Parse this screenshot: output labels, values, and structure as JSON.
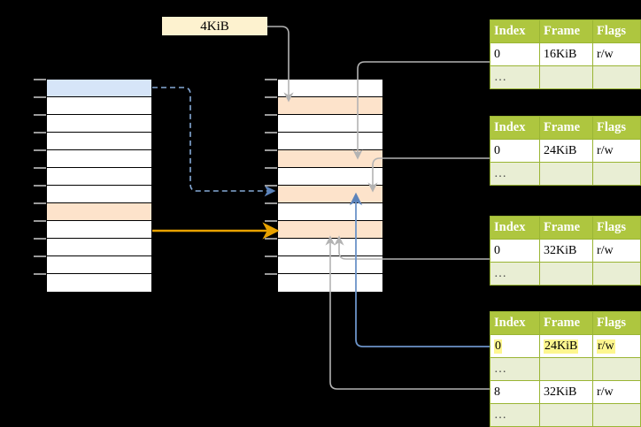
{
  "diagram": {
    "title_label": "4KiB",
    "virtual_column": {
      "name": "virtual-address-space-column",
      "rows": [
        {
          "index": 0,
          "fill": "blue"
        },
        {
          "index": 1,
          "fill": "white"
        },
        {
          "index": 2,
          "fill": "white"
        },
        {
          "index": 3,
          "fill": "white"
        },
        {
          "index": 4,
          "fill": "white"
        },
        {
          "index": 5,
          "fill": "white"
        },
        {
          "index": 6,
          "fill": "white"
        },
        {
          "index": 7,
          "fill": "peach"
        },
        {
          "index": 8,
          "fill": "white"
        },
        {
          "index": 9,
          "fill": "white"
        },
        {
          "index": 10,
          "fill": "white"
        },
        {
          "index": 11,
          "fill": "white"
        }
      ]
    },
    "physical_column": {
      "name": "physical-memory-column",
      "rows": [
        {
          "index": 0,
          "fill": "white"
        },
        {
          "index": 1,
          "fill": "peach"
        },
        {
          "index": 2,
          "fill": "white"
        },
        {
          "index": 3,
          "fill": "white"
        },
        {
          "index": 4,
          "fill": "peach"
        },
        {
          "index": 5,
          "fill": "white"
        },
        {
          "index": 6,
          "fill": "peach"
        },
        {
          "index": 7,
          "fill": "white"
        },
        {
          "index": 8,
          "fill": "peach"
        },
        {
          "index": 9,
          "fill": "white"
        },
        {
          "index": 10,
          "fill": "white"
        },
        {
          "index": 11,
          "fill": "white"
        }
      ]
    },
    "colors": {
      "header_green": "#aec63f",
      "dots_row": "#e9eed4",
      "highlight_yellow": "#fdf68f",
      "peach": "#fde3cb",
      "blue": "#d6e5f8",
      "label_yellow": "#fdf2cf",
      "orange_arrow": "#e8a200",
      "blue_arrow": "#6b93c8",
      "gray_wire": "#b3b3b3"
    },
    "tables": [
      {
        "name": "page-table-level-1",
        "headers": [
          "Index",
          "Frame",
          "Flags"
        ],
        "rows": [
          {
            "cells": [
              "0",
              "16KiB",
              "r/w"
            ],
            "style": "normal"
          },
          {
            "cells": [
              "…",
              "",
              ""
            ],
            "style": "dots"
          }
        ]
      },
      {
        "name": "page-table-level-2",
        "headers": [
          "Index",
          "Frame",
          "Flags"
        ],
        "rows": [
          {
            "cells": [
              "0",
              "24KiB",
              "r/w"
            ],
            "style": "normal"
          },
          {
            "cells": [
              "…",
              "",
              ""
            ],
            "style": "dots"
          }
        ]
      },
      {
        "name": "page-table-level-3",
        "headers": [
          "Index",
          "Frame",
          "Flags"
        ],
        "rows": [
          {
            "cells": [
              "0",
              "32KiB",
              "r/w"
            ],
            "style": "normal"
          },
          {
            "cells": [
              "…",
              "",
              ""
            ],
            "style": "dots"
          }
        ]
      },
      {
        "name": "page-table-level-4",
        "headers": [
          "Index",
          "Frame",
          "Flags"
        ],
        "rows": [
          {
            "cells": [
              "0",
              "24KiB",
              "r/w"
            ],
            "style": "highlight"
          },
          {
            "cells": [
              "…",
              "",
              ""
            ],
            "style": "dots"
          },
          {
            "cells": [
              "8",
              "32KiB",
              "r/w"
            ],
            "style": "normal"
          },
          {
            "cells": [
              "…",
              "",
              ""
            ],
            "style": "dots"
          }
        ]
      }
    ]
  }
}
